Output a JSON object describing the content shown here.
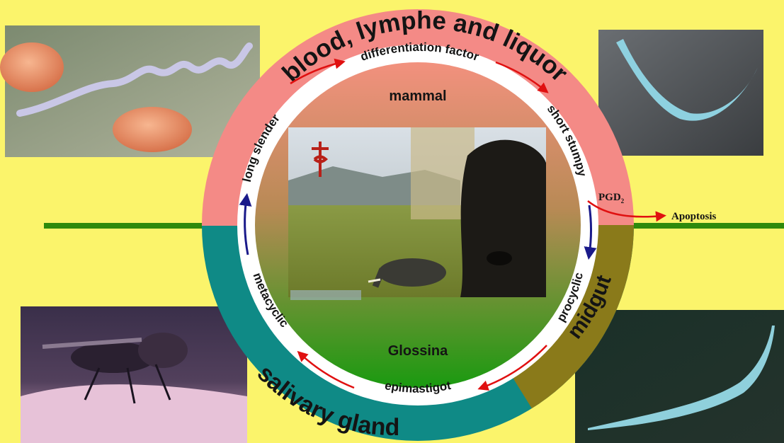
{
  "colors": {
    "background": "#fbf46b",
    "mammal_ring": "#f48a86",
    "salivary_ring": "#0f8a86",
    "midgut_ring": "#8a7a1a",
    "inner_top": "#f2917e",
    "inner_bottom": "#1a9a10",
    "divider_line": "#2e8a0c",
    "red_arrow": "#e01010",
    "blue_arrow": "#1a1a8a"
  },
  "ring_labels": {
    "host_top": "blood, lymphe and liquor",
    "salivary": "salivary gland",
    "midgut": "midgut"
  },
  "stage_labels": {
    "differentiation": "differentiation factor",
    "short_stumpy": "short stumpy",
    "long_slender": "long slender",
    "procyclic": "procyclic",
    "epimastigot": "epimastigot",
    "metacyclic": "metacyclic"
  },
  "center_labels": {
    "mammal": "mammal",
    "glossina": "Glossina"
  },
  "side_labels": {
    "pgd_base": "PGD",
    "pgd_sub": "2",
    "apoptosis": "Apoptosis"
  },
  "icons": {
    "top_left_photo": "trypanosome-with-red-blood-cells-image",
    "top_right_photo": "short-stumpy-trypanosome-image",
    "bottom_left_photo": "tsetse-fly-image",
    "bottom_right_photo": "procyclic-trypanosome-image",
    "center_photo": "africa-collage-image"
  }
}
